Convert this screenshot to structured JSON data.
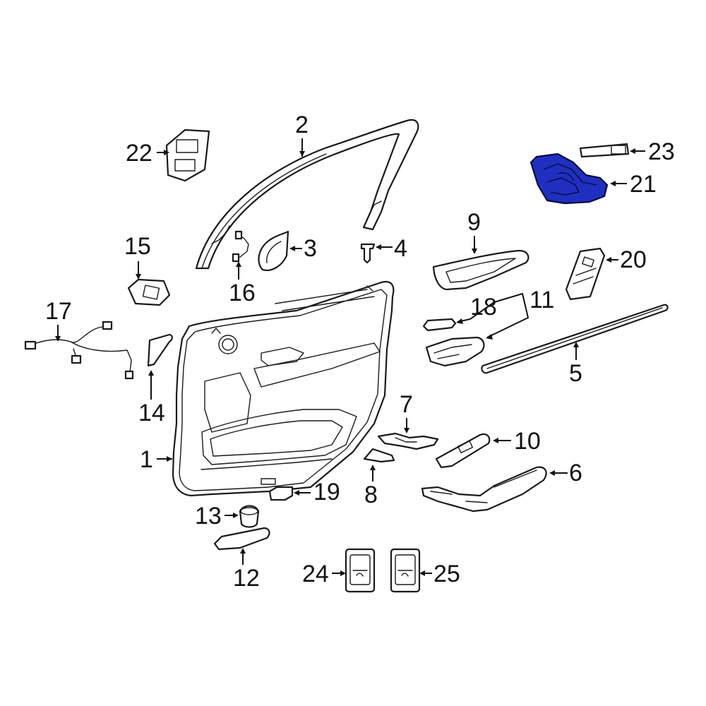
{
  "diagram": {
    "highlight_color": "#1f2fbf",
    "line_color": "#111111",
    "callouts": [
      {
        "id": "1",
        "label": "1"
      },
      {
        "id": "2",
        "label": "2"
      },
      {
        "id": "3",
        "label": "3"
      },
      {
        "id": "4",
        "label": "4"
      },
      {
        "id": "5",
        "label": "5"
      },
      {
        "id": "6",
        "label": "6"
      },
      {
        "id": "7",
        "label": "7"
      },
      {
        "id": "8",
        "label": "8"
      },
      {
        "id": "9",
        "label": "9"
      },
      {
        "id": "10",
        "label": "10"
      },
      {
        "id": "11",
        "label": "11"
      },
      {
        "id": "12",
        "label": "12"
      },
      {
        "id": "13",
        "label": "13"
      },
      {
        "id": "14",
        "label": "14"
      },
      {
        "id": "15",
        "label": "15"
      },
      {
        "id": "16",
        "label": "16"
      },
      {
        "id": "17",
        "label": "17"
      },
      {
        "id": "18",
        "label": "18"
      },
      {
        "id": "19",
        "label": "19"
      },
      {
        "id": "20",
        "label": "20"
      },
      {
        "id": "21",
        "label": "21"
      },
      {
        "id": "22",
        "label": "22"
      },
      {
        "id": "23",
        "label": "23"
      },
      {
        "id": "24",
        "label": "24"
      },
      {
        "id": "25",
        "label": "25"
      }
    ]
  }
}
